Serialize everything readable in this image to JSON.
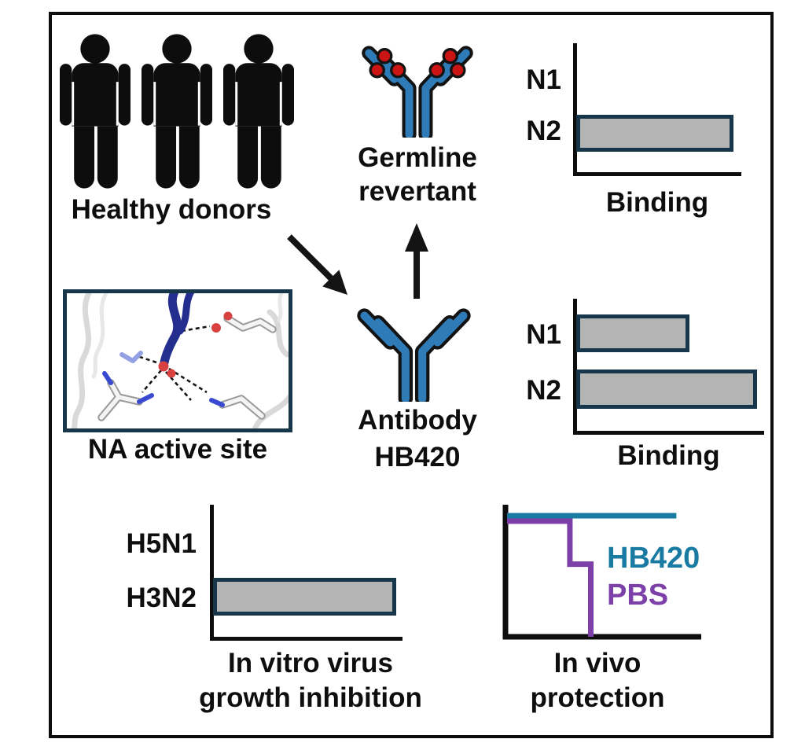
{
  "colors": {
    "antibody_blue": "#2e7bb8",
    "outline_black": "#131313",
    "mutation_red": "#cb1414",
    "bar_fill": "#b4b4b4",
    "bar_border": "#17364a",
    "hb420_teal": "#1a7ba2",
    "pbs_purple": "#7d3fa8"
  },
  "donors": {
    "label": "Healthy donors",
    "count": 3
  },
  "germline_revertant": {
    "line1": "Germline",
    "line2": "revertant",
    "mutation_dots": 6
  },
  "antibody_hb420": {
    "line1": "Antibody",
    "line2": "HB420"
  },
  "na_active_site": {
    "label": "NA active site"
  },
  "charts": {
    "binding_germline": {
      "type": "bar",
      "orientation": "horizontal",
      "categories": [
        "N1",
        "N2"
      ],
      "values": [
        0,
        0.95
      ],
      "xlabel": "Binding",
      "xlim": [
        0,
        1
      ]
    },
    "binding_hb420": {
      "type": "bar",
      "orientation": "horizontal",
      "categories": [
        "N1",
        "N2"
      ],
      "values": [
        0.6,
        0.96
      ],
      "xlabel": "Binding",
      "xlim": [
        0,
        1
      ]
    },
    "growth_inhibition": {
      "type": "bar",
      "orientation": "horizontal",
      "categories": [
        "H5N1",
        "H3N2"
      ],
      "values": [
        0,
        0.97
      ],
      "xlabel_line1": "In vitro virus",
      "xlabel_line2": "growth inhibition",
      "xlim": [
        0,
        1
      ]
    },
    "protection": {
      "type": "line",
      "style": "step-survival",
      "series": [
        {
          "name": "HB420",
          "color": "#1a7ba2",
          "points": [
            [
              0,
              1
            ],
            [
              0.89,
              1
            ]
          ]
        },
        {
          "name": "PBS",
          "color": "#7d3fa8",
          "points": [
            [
              0,
              0.955
            ],
            [
              0.33,
              0.955
            ],
            [
              0.33,
              0.6
            ],
            [
              0.44,
              0.6
            ],
            [
              0.44,
              0
            ]
          ]
        }
      ],
      "xlabel_line1": "In vivo",
      "xlabel_line2": "protection"
    }
  }
}
